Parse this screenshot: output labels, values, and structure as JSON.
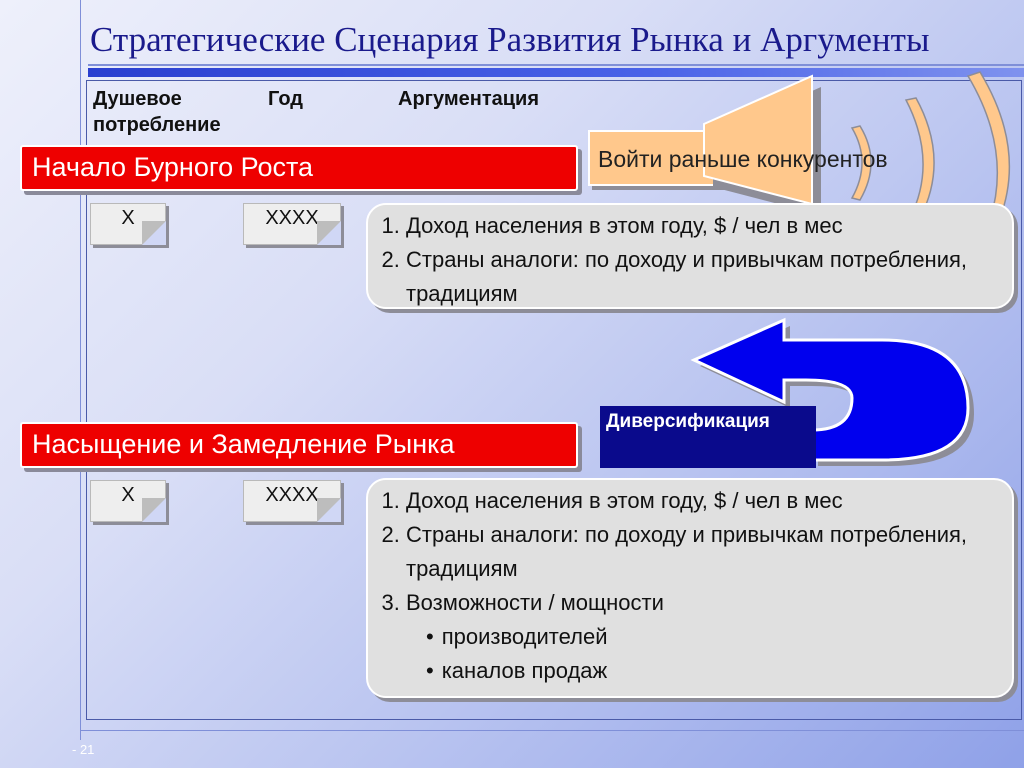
{
  "slide": {
    "title": "Стратегические Сценария Развития Рынка и Аргументы",
    "page_number": "- 21"
  },
  "columns": {
    "per_capita": "Душевое потребление",
    "year": "Год",
    "argumentation": "Аргументация"
  },
  "stage1": {
    "label": "Начало Бурного Роста",
    "x_value": "X",
    "year_value": "XXXX",
    "arguments": [
      "Доход населения в этом году, $ / чел в мес",
      "Страны аналоги: по доходу и привычкам потребления, традициям"
    ]
  },
  "stage2": {
    "label": "Насыщение и Замедление Рынка",
    "x_value": "X",
    "year_value": "XXXX",
    "arguments": [
      "Доход населения в этом году, $ / чел в мес",
      "Страны аналоги: по доходу и привычкам потребления, традициям",
      "Возможности / мощности"
    ],
    "sub_arguments": [
      "производителей",
      "каналов продаж"
    ]
  },
  "callouts": {
    "enter_early": "Войти раньше конкурентов",
    "diversification": "Диверсификация"
  },
  "colors": {
    "title": "#1a1a8c",
    "stage_bar": "#ee0000",
    "megaphone": "#ffc88c",
    "arrow": "#0000ee",
    "diversification_bg": "#0a0a8c"
  },
  "icons": {
    "megaphone": "megaphone-icon",
    "sound_waves": "sound-waves-icon",
    "u_turn_arrow": "u-turn-arrow-icon"
  }
}
